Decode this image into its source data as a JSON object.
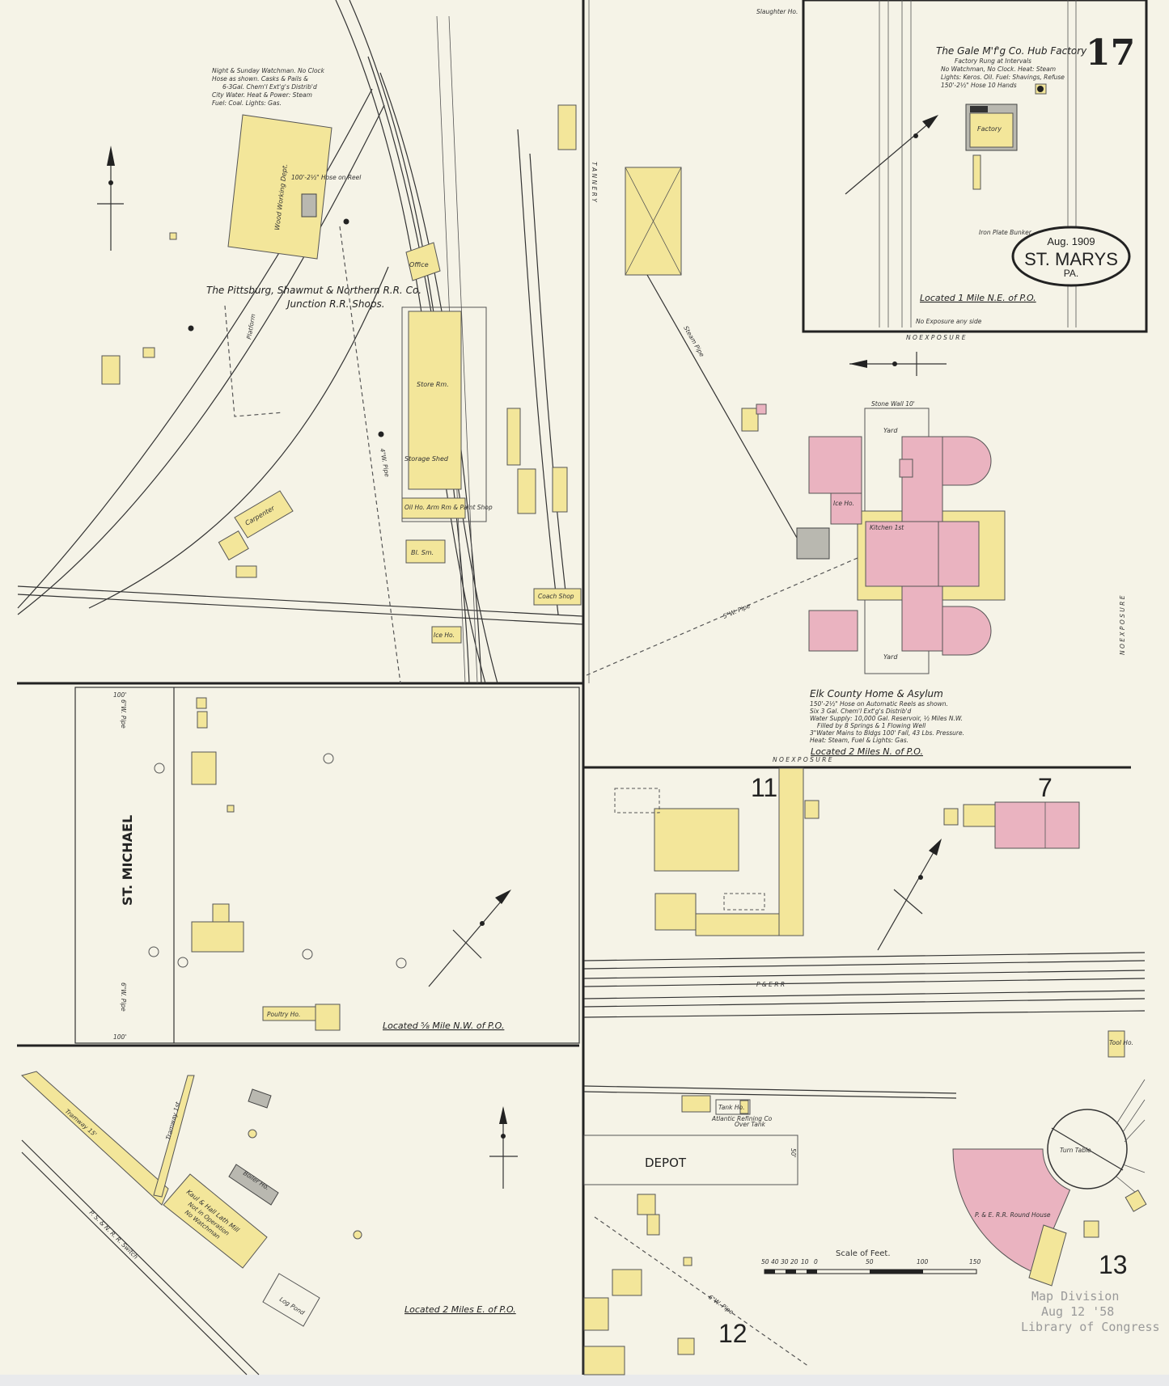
{
  "sheet": {
    "page_number": "17",
    "cartouche": {
      "date": "Aug. 1909",
      "city": "ST. MARYS",
      "state": "PA."
    },
    "colors": {
      "paper": "#f5f3e7",
      "frame_brick": "#f3e69a",
      "brick": "#eab3c0",
      "stone_iron": "#b9b8b0"
    }
  },
  "pittsburg_shops": {
    "notes": [
      "Night & Sunday Watchman. No Clock",
      "Hose as shown. Casks & Pails &",
      "6-3Gal. Chem'l Ext'g's Distrib'd",
      "City Water. Heat & Power: Steam",
      "Fuel: Coal. Lights: Gas."
    ],
    "caption": "The Pittsburg, Shawmut & Northern R.R. Co.",
    "subcaption": "Junction R.R. Shops.",
    "labels": {
      "wood_working": "Wood Working Dept.",
      "office": "Office",
      "store_room": "Store Rm.",
      "storage_shed": "Storage Shed",
      "oil_house": "Oil Ho. Arm Rm & Paint Shop",
      "blacksmith": "Bl. Sm.",
      "carpenter": "Carpenter",
      "coach_shop": "Coach Shop",
      "ice_house": "Ice Ho.",
      "platform": "Platform",
      "pipe": "4\"W. Pipe",
      "hose": "100'-2½\" Hose on Reel"
    }
  },
  "gale_factory": {
    "title": "The Gale M'f'g Co. Hub Factory",
    "notes": [
      "Factory Rung at Intervals",
      "No Watchman, No Clock. Heat: Steam",
      "Lights: Keros. Oil. Fuel: Shavings, Refuse",
      "150'-2½\" Hose 10 Hands"
    ],
    "factory_label": "Factory",
    "bunker_label": "Iron Plate Bunker",
    "located": "Located 1 Mile N.E. of P.O.",
    "exposure": "No Exposure any side",
    "top_label": "Slaughter Ho."
  },
  "elk_county": {
    "title": "Elk County Home & Asylum",
    "notes": [
      "150'-2½\" Hose on Automatic Reels as shown.",
      "Six 3 Gal. Chem'l Ext'g's Distrib'd",
      "Water Supply: 10,000 Gal. Reservoir, ½ Miles N.W.",
      "Filled by 8 Springs & 1 Flowing Well",
      "3\"Water Mains to Bldgs 100' Fall, 43 Lbs. Pressure.",
      "Heat: Steam, Fuel & Lights: Gas."
    ],
    "located": "Located 2 Miles N. of P.O.",
    "labels": {
      "yard_top": "Yard",
      "yard_bottom": "Yard",
      "kitchen": "Kitchen 1st",
      "ice_house": "Ice Ho.",
      "wall": "Stone Wall 10'",
      "pipe": "5\"W. Pipe",
      "steam_pipe": "Steam Pipe",
      "tannery": "T A N N E R Y",
      "exposure_top": "N O   E X P O S U R E",
      "exposure_side": "N O   E X P O S U R E",
      "exposure_bottom": "N O   E X P O S U R E"
    }
  },
  "st_michael": {
    "name": "ST. MICHAEL",
    "poultry": "Poultry Ho.",
    "located": "Located ⅝ Mile N.W. of P.O.",
    "pipe_top": "6\"W. Pipe",
    "pipe_bottom": "6\"W. Pipe",
    "width_top": "100'",
    "width_bottom": "100'"
  },
  "lath_mill": {
    "title": "Kaul & Hall Lath Mill",
    "notes": [
      "Not in Operation",
      "No Watchman"
    ],
    "boiler": "Boiler Ho.",
    "tramway": "Tramway 15'",
    "tramway2": "Tramway 1st",
    "switch": "P. S. & N. R. R. Switch",
    "log_pond": "Log Pond",
    "located": "Located 2 Miles E. of P.O."
  },
  "depot_area": {
    "block_11": "11",
    "block_7": "7",
    "block_12": "12",
    "block_13": "13",
    "railroad": "P   &   E   R   R",
    "depot": "DEPOT",
    "atlantic": "Atlantic Refining Co",
    "atlantic_sub": "Over Tank",
    "tank": "Tank Ho.",
    "turntable": "Turn Table",
    "roundhouse": "P. & E. R.R. Round House",
    "tool_house": "Tool Ho.",
    "pipe": "6\"W. Pipe",
    "width": "50'"
  },
  "scale": {
    "title": "Scale of Feet.",
    "ticks": [
      "50",
      "40",
      "30",
      "20",
      "10",
      "0",
      "50",
      "100",
      "150"
    ]
  },
  "stamp": [
    "Map Division",
    "Aug 12 '58",
    "Library of Congress"
  ]
}
